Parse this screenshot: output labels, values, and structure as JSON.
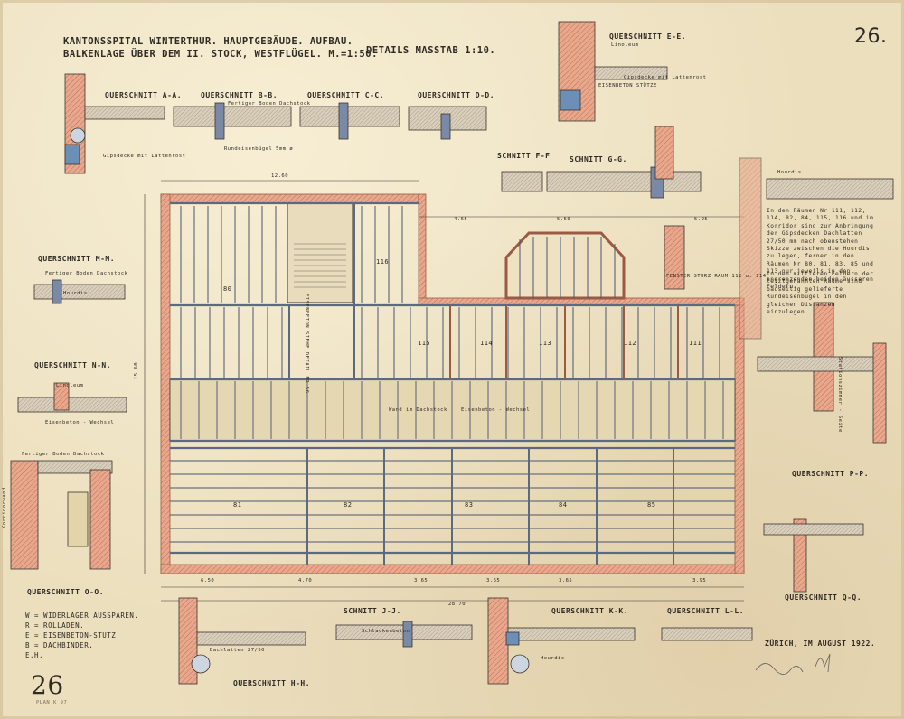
{
  "title": {
    "line1": "KANTONSSPITAL WINTERTHUR. HAUPTGEBÄUDE. AUFBAU.",
    "line2": "BALKENLAGE ÜBER DEM II. STOCK, WESTFLÜGEL.  M.=1:50."
  },
  "details_scale": "DETAILS MASSTAB 1:10.",
  "sheet_number": "26.",
  "sheet_number_bottom": "26",
  "sections": {
    "aa": "QUERSCHNITT A-A.",
    "bb": "QUERSCHNITT B-B.",
    "cc": "QUERSCHNITT C-C.",
    "dd": "QUERSCHNITT D-D.",
    "ee": "QUERSCHNITT E-E.",
    "ff": "SCHNITT F-F",
    "gg": "SCHNITT G-G.",
    "mm": "QUERSCHNITT M-M.",
    "nn": "QUERSCHNITT N-N.",
    "oo": "QUERSCHNITT O-O.",
    "hh": "QUERSCHNITT H-H.",
    "jj": "SCHNITT J-J.",
    "kk": "QUERSCHNITT K-K.",
    "ll": "QUERSCHNITT L-L.",
    "pp": "QUERSCHNITT P-P.",
    "qq": "QUERSCHNITT Q-Q."
  },
  "notes": {
    "rooms_note": "In den Räumen Nr 111, 112, 114, 82, 84, 115, 116 und im Korridor sind zur Anbringung der Gipsdecken Dachlatten 27/50 mm nach obenstehen Skizze zwischen die Hourdis zu legen, ferner in den Räumen Nr 80, 81, 83, 85 und 113 nur jeweils in den angrenzenden beiden äusseren Feldern.",
    "fields_note": "In den mittleren Feldern der letztgenannten Räume sind bauseitig gelieferte Rundeisenbügel in den gleichen Distanzen einzulegen.",
    "fenster_sturz": "FENSTER STURZ RAUM 112 u. 114",
    "eisenbeton_stuetze": "EISENBETON STÜTZE",
    "eisenbeton_wechsel": "Eisenbeton - Wechsel",
    "hourdis": "Hourdis",
    "linoleum": "Linoleum",
    "gipsdecke": "Gipsdecke mit Lattenrost",
    "fertiger_boden": "Fertiger Boden Dachstock",
    "schlackenbeton": "Schlackenbeton",
    "dachlatten": "Dachlatten 27/50",
    "rundeisenbuegel": "Rundeisenbügel 5mm ø",
    "korridorwand": "Korridorwand",
    "stationsraum": "Stationszimmer - Seite"
  },
  "legend": [
    "W = WIDERLAGER AUSSPAREN.",
    "R = ROLLADEN.",
    "E = EISENBETON-STUTZ.",
    "B = DACHBINDER.",
    "E.H."
  ],
  "place_date": "ZÜRICH, IM AUGUST 1922.",
  "dimensions": {
    "top_12_60": "12.60",
    "top_4_65": "4.65",
    "top_5_50": "5.50",
    "top_5_95": "5.95",
    "left_15_60": "15.60",
    "bottom_28_70": "28.70",
    "bottom_6_50": "6.50",
    "bottom_4_70": "4.70",
    "bottom_3_65a": "3.65",
    "bottom_3_65b": "3.65",
    "bottom_3_65c": "3.65",
    "bottom_3_95": "3.95"
  },
  "room_numbers": [
    "80",
    "116",
    "115",
    "114",
    "113",
    "112",
    "111",
    "81",
    "82",
    "83",
    "84",
    "85"
  ],
  "labels_plan": {
    "stair": "EISENBETON SIEHE DETAIL NR.56",
    "dachstock": "Wand im Dachstock",
    "eisenbeton_wechsel_plan": "Eisenbeton - Wechsel"
  },
  "stamp_bottom": "PLAN K 97"
}
